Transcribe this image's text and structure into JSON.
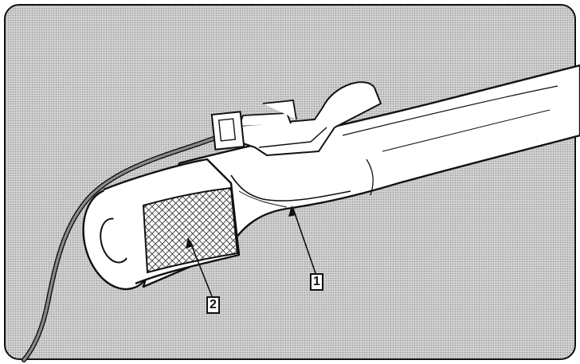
{
  "figure": {
    "callouts": [
      {
        "label": "1",
        "part": "grip-body"
      },
      {
        "label": "2",
        "part": "textured-grip-pad"
      }
    ]
  },
  "colors": {
    "background_halftone": "#b8b8b8",
    "outline": "#111111",
    "part_fill": "#ffffff",
    "cable": "#8a8a8a"
  }
}
